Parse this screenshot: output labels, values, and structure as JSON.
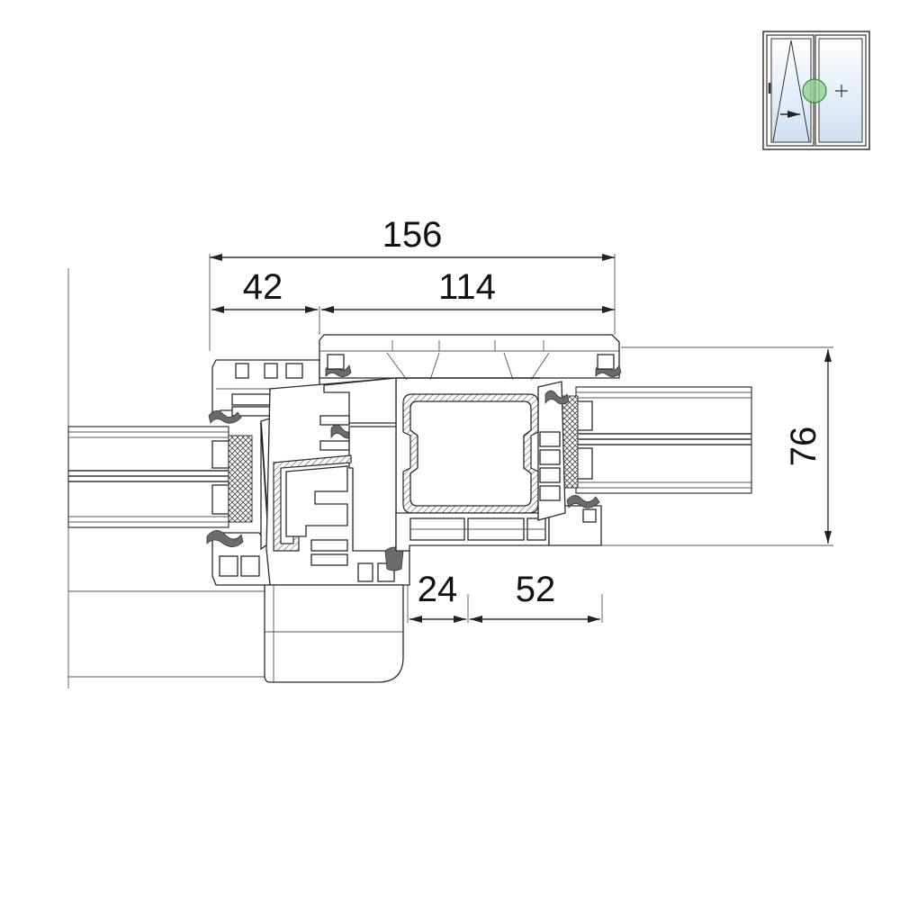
{
  "dimensions": {
    "overall_width": "156",
    "sash_width": "42",
    "frame_width": "114",
    "height": "76",
    "offset_a": "24",
    "offset_b": "52"
  },
  "colors": {
    "line": "#333333",
    "glass_tint": "#cfe0f3",
    "handle_marker": "#8fd08f",
    "seal": "#6b6b6b"
  },
  "icons": {
    "window_type": "window-tilt-turn-sliding-icon"
  }
}
